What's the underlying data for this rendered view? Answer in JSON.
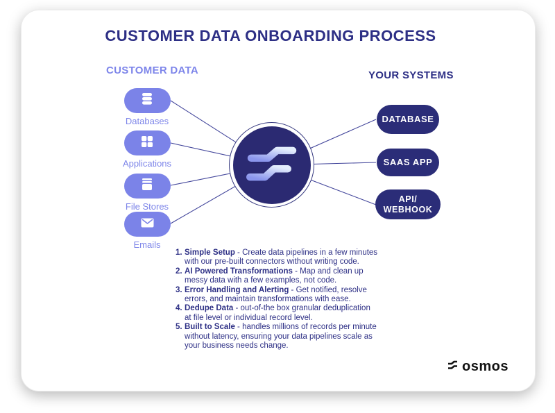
{
  "title": "CUSTOMER DATA ONBOARDING PROCESS",
  "customer_section": {
    "heading": "CUSTOMER DATA",
    "sources": [
      {
        "label": "Databases",
        "icon": "database-stack-icon"
      },
      {
        "label": "Applications",
        "icon": "app-grid-icon"
      },
      {
        "label": "File Stores",
        "icon": "file-stack-icon"
      },
      {
        "label": "Emails",
        "icon": "envelope-icon"
      }
    ]
  },
  "systems_section": {
    "heading": "YOUR SYSTEMS",
    "systems": [
      {
        "label": "DATABASE"
      },
      {
        "label": "SAAS APP"
      },
      {
        "label": "API/\nWEBHOOK"
      }
    ]
  },
  "hub": {
    "logo": "osmos-logo-mark"
  },
  "features": [
    {
      "num": "1.",
      "title": "Simple Setup",
      "desc": " - Create data pipelines in a few minutes with our pre-built connectors without writing code."
    },
    {
      "num": "2.",
      "title": "AI Powered Transformations",
      "desc": " - Map and clean up messy data with a few examples, not code."
    },
    {
      "num": "3.",
      "title": "Error Handling and Alerting",
      "desc": " - Get notified, resolve errors, and maintain transformations with ease."
    },
    {
      "num": "4.",
      "title": "Dedupe Data",
      "desc": " - out-of-the box granular deduplication at file level or individual record level."
    },
    {
      "num": "5.",
      "title": "Built to Scale",
      "desc": " - handles millions of records per minute without latency, ensuring your data pipelines scale as your business needs change."
    }
  ],
  "brand": {
    "wordmark": "osmos",
    "logo": "osmos-zigzag-mark"
  },
  "colors": {
    "navy": "#2b2d78",
    "navy_text": "#2d2f85",
    "periwinkle": "#7b83e8",
    "ice_gradient_start": "#8b96ed",
    "ice_gradient_end": "#e3edfc",
    "connector_line": "#43469b"
  }
}
